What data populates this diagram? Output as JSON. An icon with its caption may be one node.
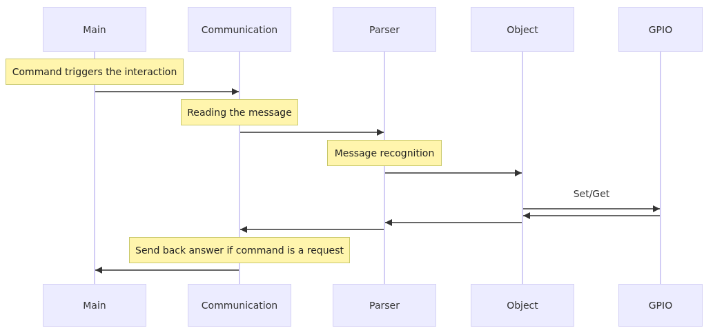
{
  "diagram": {
    "nodes": [
      {
        "text": [
          "Main"
        ]
      },
      {
        "text": [
          "Communication"
        ]
      },
      {
        "text": [
          "Parser"
        ]
      },
      {
        "text": [
          "Object"
        ]
      },
      {
        "text": [
          "GPIO"
        ]
      },
      {
        "text": [
          "Main"
        ]
      },
      {
        "text": [
          "Communication"
        ]
      },
      {
        "text": [
          "Parser"
        ]
      },
      {
        "text": [
          "Object"
        ]
      },
      {
        "text": [
          "GPIO"
        ]
      },
      {
        "text": [],
        "shape": "bar"
      },
      {
        "text": [],
        "shape": "bar"
      },
      {
        "text": [],
        "shape": "bar"
      },
      {
        "text": [],
        "shape": "bar"
      },
      {
        "text": [],
        "shape": "bar"
      },
      {
        "text": [],
        "shape": "bar"
      },
      {
        "text": [],
        "shape": "bar"
      },
      {
        "text": [],
        "shape": "bar"
      },
      {
        "text": [],
        "shape": "bar"
      },
      {
        "text": [
          "Command triggers the interaction"
        ]
      },
      {
        "text": [
          "Reading the message"
        ]
      },
      {
        "text": [
          "Message recognition"
        ]
      },
      {
        "text": [
          "Send back answer if command is a request"
        ]
      }
    ],
    "edges": [
      {
        "from": 11,
        "to": 12,
        "arrow": "to"
      },
      {
        "from": 13,
        "to": 15,
        "arrow": "to"
      },
      {
        "from": 16,
        "to": 17,
        "arrow": "to"
      },
      {
        "from": 17,
        "to": 18,
        "arrow": "to",
        "label": "Set/Get"
      },
      {
        "from": 18,
        "to": 17,
        "arrow": "to"
      },
      {
        "from": 17,
        "to": 16,
        "arrow": "to"
      },
      {
        "from": 16,
        "to": 13,
        "arrow": "to"
      },
      {
        "from": 14,
        "to": 11,
        "arrow": "to"
      }
    ]
  }
}
